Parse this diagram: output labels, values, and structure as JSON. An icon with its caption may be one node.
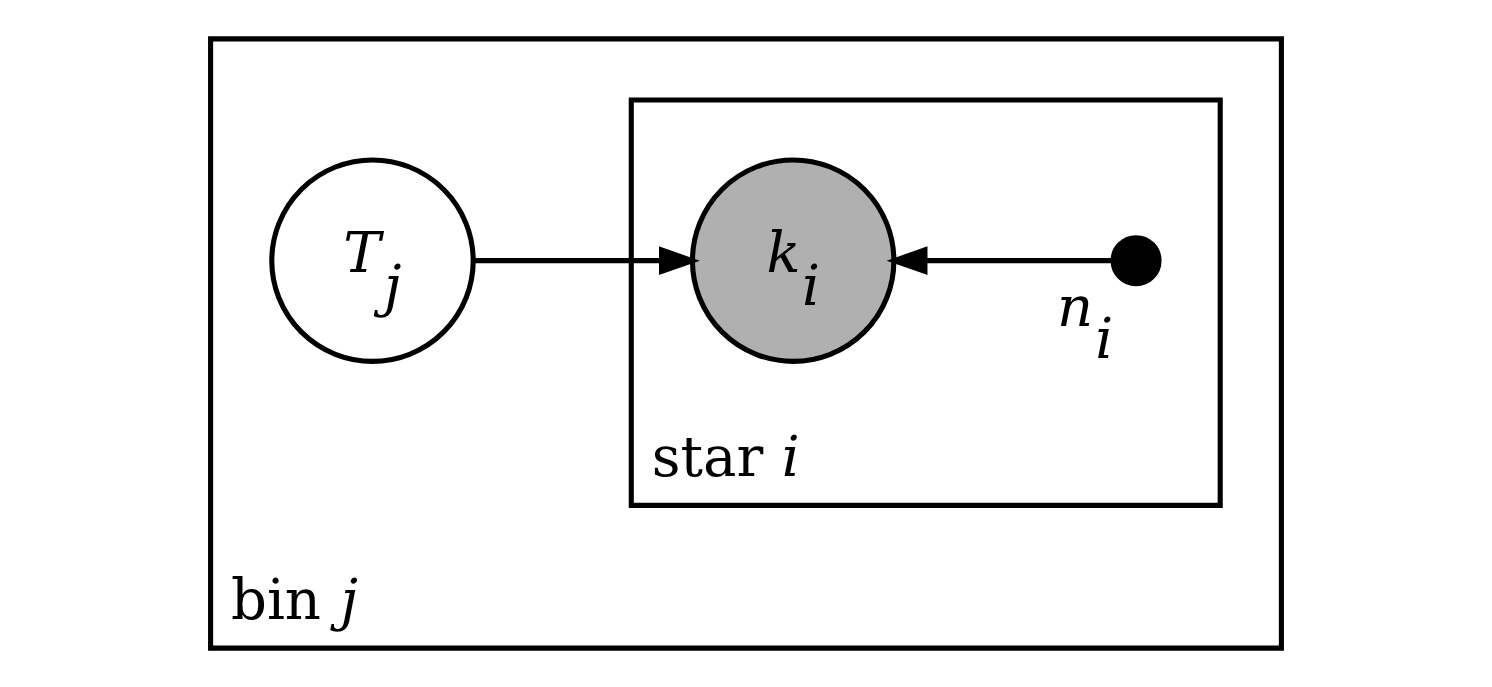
{
  "diagram": {
    "nodes": [
      {
        "text": [
          "bin *j*"
        ]
      },
      {
        "text": [
          "star *i*"
        ],
        "in": 0
      },
      {
        "text": [
          "T$_{j}$"
        ],
        "in": 0
      },
      {
        "text": [
          "k$_{i}$"
        ],
        "in": 1
      },
      {
        "text": [],
        "shape": "circle",
        "beside": [
          "n$_{i}$"
        ],
        "in": 1
      }
    ],
    "edges": [
      {
        "from": 2,
        "to": 3,
        "arrow": "to"
      },
      {
        "from": 4,
        "to": 3,
        "arrow": "to"
      }
    ]
  }
}
